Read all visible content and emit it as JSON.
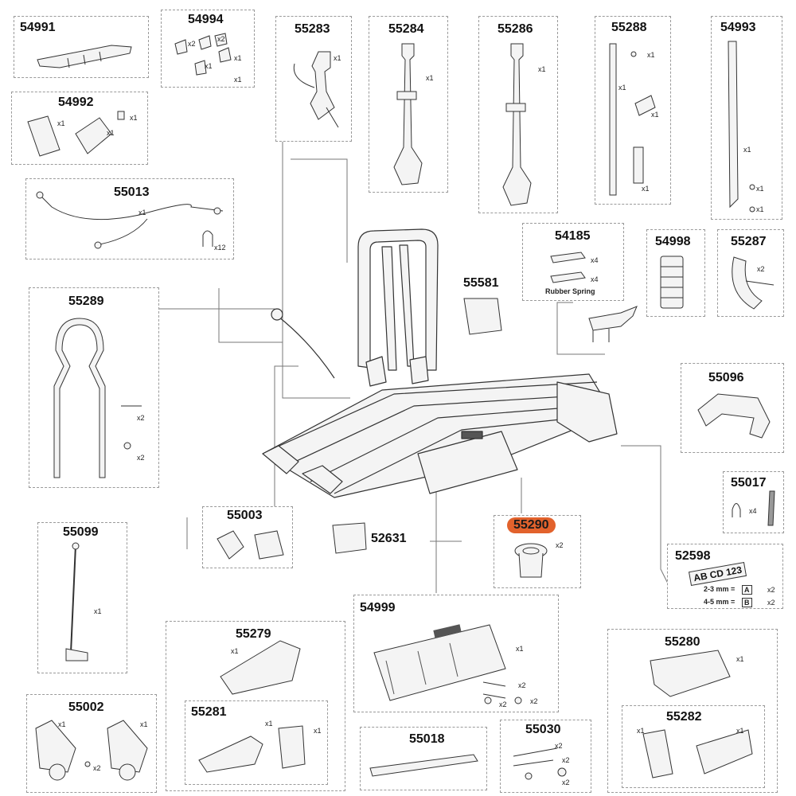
{
  "diagram": {
    "parts": {
      "p54991": {
        "number": "54991"
      },
      "p54994": {
        "number": "54994",
        "quantities": [
          "x2",
          "x2",
          "x1",
          "x1",
          "x1"
        ]
      },
      "p54992": {
        "number": "54992",
        "quantities": [
          "x1",
          "x1",
          "x1"
        ]
      },
      "p55013": {
        "number": "55013",
        "quantities": [
          "x1",
          "x12"
        ]
      },
      "p55283": {
        "number": "55283",
        "quantities": [
          "x1"
        ]
      },
      "p55284": {
        "number": "55284",
        "quantities": [
          "x1"
        ]
      },
      "p55286": {
        "number": "55286",
        "quantities": [
          "x1"
        ]
      },
      "p55288": {
        "number": "55288",
        "quantities": [
          "x1",
          "x1",
          "x1",
          "x1"
        ]
      },
      "p54993": {
        "number": "54993",
        "quantities": [
          "x1",
          "x1",
          "x1"
        ]
      },
      "p54185": {
        "number": "54185",
        "quantities": [
          "x4",
          "x4"
        ],
        "label": "Rubber Spring"
      },
      "p54998": {
        "number": "54998"
      },
      "p55287": {
        "number": "55287",
        "quantities": [
          "x2"
        ]
      },
      "p55581": {
        "number": "55581"
      },
      "p55289": {
        "number": "55289",
        "quantities": [
          "x2",
          "x2"
        ]
      },
      "p55096": {
        "number": "55096"
      },
      "p55017": {
        "number": "55017",
        "quantities": [
          "x4"
        ]
      },
      "p55003": {
        "number": "55003"
      },
      "p52631": {
        "number": "52631"
      },
      "p55290": {
        "number": "55290",
        "quantities": [
          "x2"
        ]
      },
      "p52598": {
        "number": "52598",
        "plate_text": "AB CD 123",
        "rows": [
          {
            "size": "2-3 mm =",
            "key": "A",
            "qty": "x2"
          },
          {
            "size": "4-5 mm =",
            "key": "B",
            "qty": "x2"
          }
        ]
      },
      "p55099": {
        "number": "55099",
        "quantities": [
          "x1"
        ]
      },
      "p54999": {
        "number": "54999",
        "quantities": [
          "x1",
          "x2",
          "x2",
          "x2"
        ]
      },
      "p55279": {
        "number": "55279",
        "quantities": [
          "x1"
        ]
      },
      "p55280": {
        "number": "55280",
        "quantities": [
          "x1"
        ]
      },
      "p55002": {
        "number": "55002",
        "quantities": [
          "x1",
          "x1",
          "x2"
        ]
      },
      "p55281": {
        "number": "55281",
        "quantities": [
          "x1",
          "x1"
        ]
      },
      "p55018": {
        "number": "55018"
      },
      "p55030": {
        "number": "55030",
        "quantities": [
          "x2",
          "x2",
          "x2"
        ]
      },
      "p55282": {
        "number": "55282",
        "quantities": [
          "x1",
          "x1"
        ]
      }
    },
    "colors": {
      "highlight": "#e2622c",
      "line": "#444444",
      "box_border": "#9a9a9a"
    }
  }
}
